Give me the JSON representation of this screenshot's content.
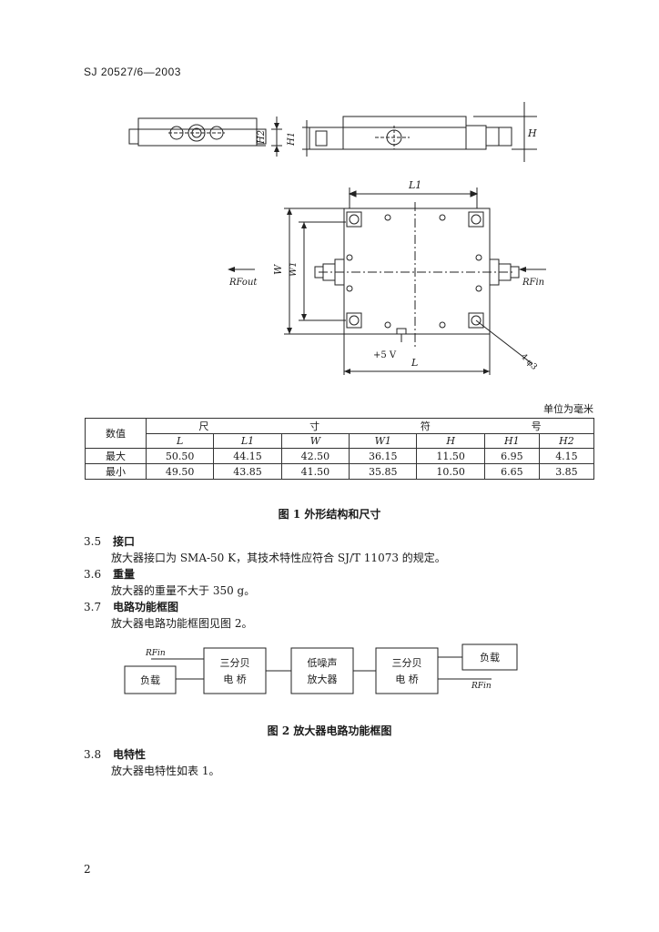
{
  "header": {
    "doc_code": "SJ 20527/6—2003"
  },
  "figure1": {
    "labels": {
      "H2": "H2",
      "H1": "H1",
      "H": "H",
      "L1": "L1",
      "L": "L",
      "W": "W",
      "W1": "W1",
      "rf_out": "RFout",
      "rf_in": "RFin",
      "vcc": "+5 V",
      "holes": "4-φ3"
    },
    "unit_note": "单位为毫米",
    "table": {
      "row_header": "数值",
      "group_header": [
        "尺",
        "寸",
        "符",
        "号"
      ],
      "columns": [
        "L",
        "L1",
        "W",
        "W1",
        "H",
        "H1",
        "H2"
      ],
      "rows": [
        {
          "label": "最大",
          "values": [
            "50.50",
            "44.15",
            "42.50",
            "36.15",
            "11.50",
            "6.95",
            "4.15"
          ]
        },
        {
          "label": "最小",
          "values": [
            "49.50",
            "43.85",
            "41.50",
            "35.85",
            "10.50",
            "6.65",
            "3.85"
          ]
        }
      ]
    },
    "caption": "图 1   外形结构和尺寸"
  },
  "sections": [
    {
      "num": "3.5",
      "title": "接口",
      "body": "放大器接口为 SMA-50 K，其技术特性应符合 SJ/T 11073 的规定。"
    },
    {
      "num": "3.6",
      "title": "重量",
      "body": "放大器的重量不大于 350 g。"
    },
    {
      "num": "3.7",
      "title": "电路功能框图",
      "body": "放大器电路功能框图见图 2。"
    },
    {
      "num": "3.8",
      "title": "电特性",
      "body": "放大器电特性如表 1。"
    }
  ],
  "figure2": {
    "rf_in_left": "RFin",
    "rf_in_right": "RFin",
    "load_left": "负载",
    "load_right": "负载",
    "hybrid1": [
      "三分贝",
      "电  桥"
    ],
    "lna": [
      "低噪声",
      "放大器"
    ],
    "hybrid2": [
      "三分贝",
      "电  桥"
    ],
    "caption": "图 2   放大器电路功能框图"
  },
  "page_number": "2"
}
